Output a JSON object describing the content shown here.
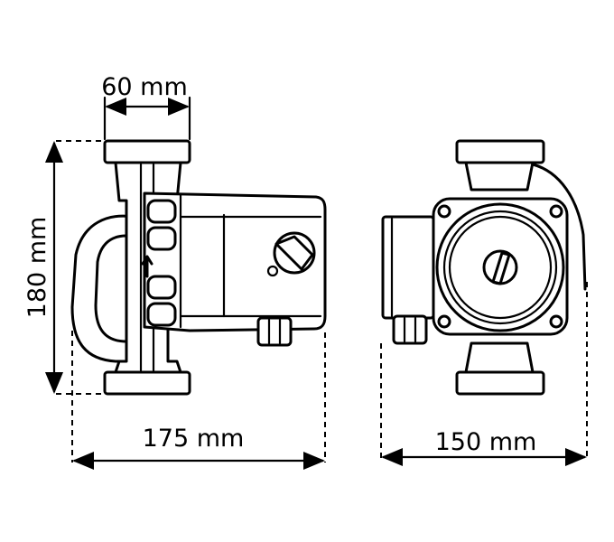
{
  "dimensions": {
    "width_top": "60 mm",
    "height": "180 mm",
    "length_side": "175 mm",
    "width_front": "150 mm"
  },
  "colors": {
    "line": "#000000",
    "background": "#ffffff"
  }
}
